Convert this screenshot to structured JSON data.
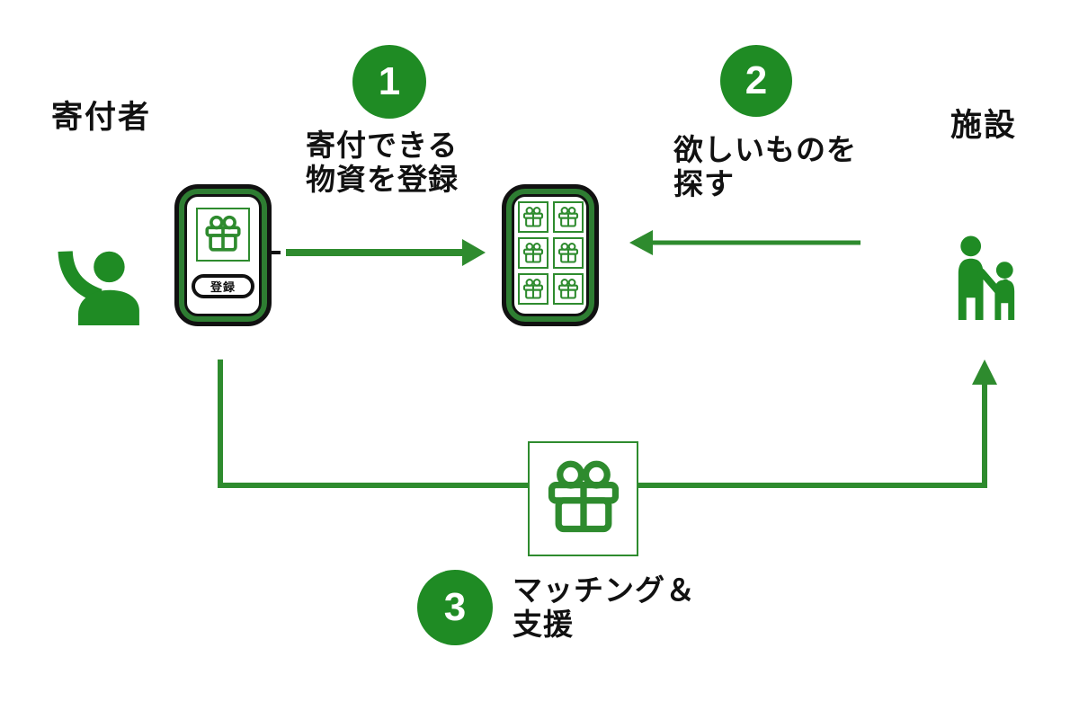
{
  "colors": {
    "accent_green": "#1f8b24",
    "line_green": "#2e8b2e",
    "phone_green": "#2e7d32",
    "text_black": "#111111",
    "background": "#ffffff"
  },
  "actors": {
    "donor": {
      "label": "寄付者",
      "icon": "person-raising-hand-icon"
    },
    "facility": {
      "label": "施設",
      "icon": "adult-and-child-icon"
    }
  },
  "steps": [
    {
      "num": "1",
      "line1": "寄付できる",
      "line2": "物資を登録"
    },
    {
      "num": "2",
      "line1": "欲しいものを",
      "line2": "探す"
    },
    {
      "num": "3",
      "line1": "マッチング＆",
      "line2": "支援"
    }
  ],
  "donor_phone": {
    "app_icon": "gift-icon",
    "register_button_label": "登録"
  },
  "listing_phone": {
    "grid_icon": "gift-icon",
    "grid_count": 6
  },
  "matching_badge": {
    "icon": "gift-icon"
  }
}
